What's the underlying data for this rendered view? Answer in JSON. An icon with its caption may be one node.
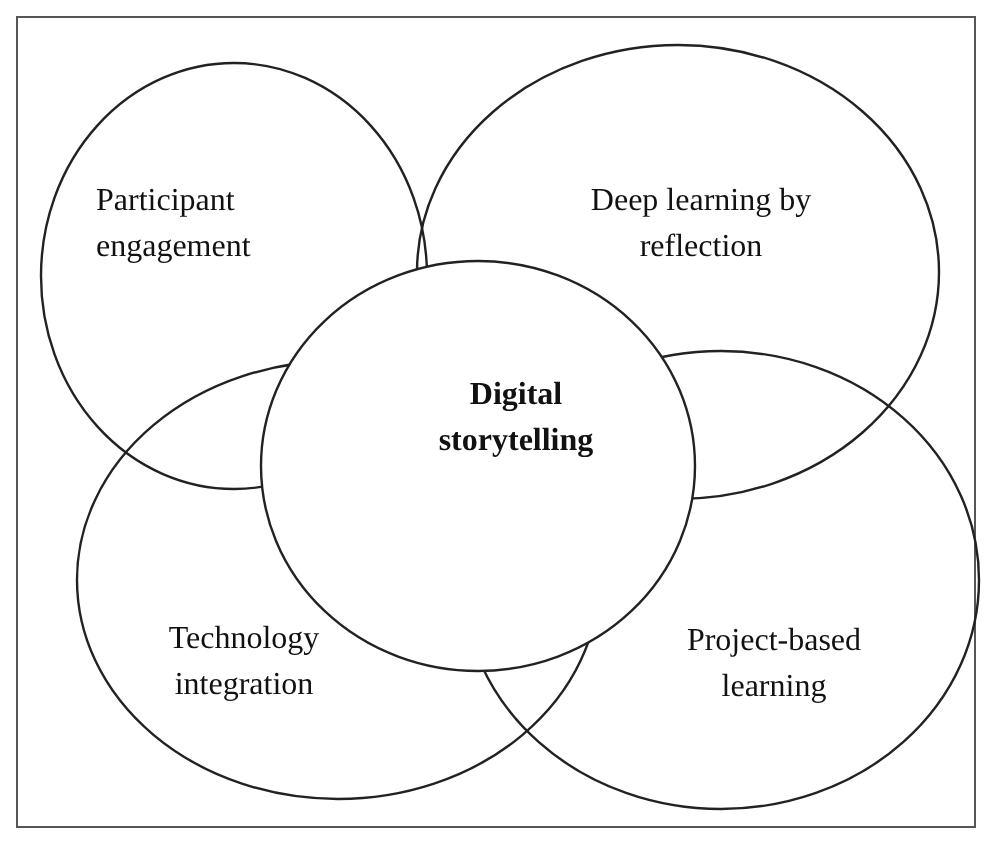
{
  "diagram": {
    "nodes": [
      {
        "text": [
          "Participant engagement"
        ]
      },
      {
        "text": [
          "Deep learning by reflection"
        ]
      },
      {
        "text": [
          "Digital storytelling"
        ]
      },
      {
        "text": [
          "Technology integration"
        ]
      },
      {
        "text": [
          "Project-based learning"
        ]
      }
    ]
  }
}
